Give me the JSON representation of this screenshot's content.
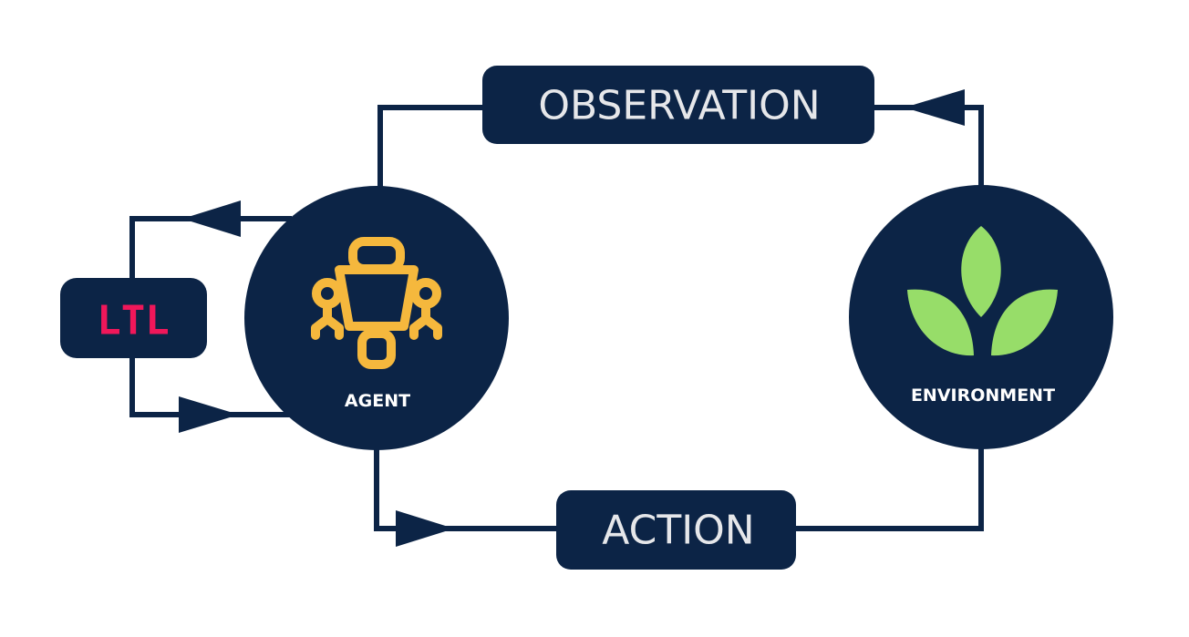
{
  "colors": {
    "navy": "#0c2446",
    "box_text": "#e6e7ea",
    "circle_text": "#ffffff",
    "ltl_text": "#f0175a",
    "robot_icon": "#f5b83d",
    "leaf_icon": "#97dd69"
  },
  "nodes": {
    "agent": {
      "label": "AGENT",
      "icon": "robot-icon"
    },
    "environment": {
      "label": "ENVIRONMENT",
      "icon": "leaf-icon"
    },
    "observation": {
      "label": "OBSERVATION"
    },
    "action": {
      "label": "ACTION"
    },
    "ltl": {
      "label": "LTL"
    }
  }
}
